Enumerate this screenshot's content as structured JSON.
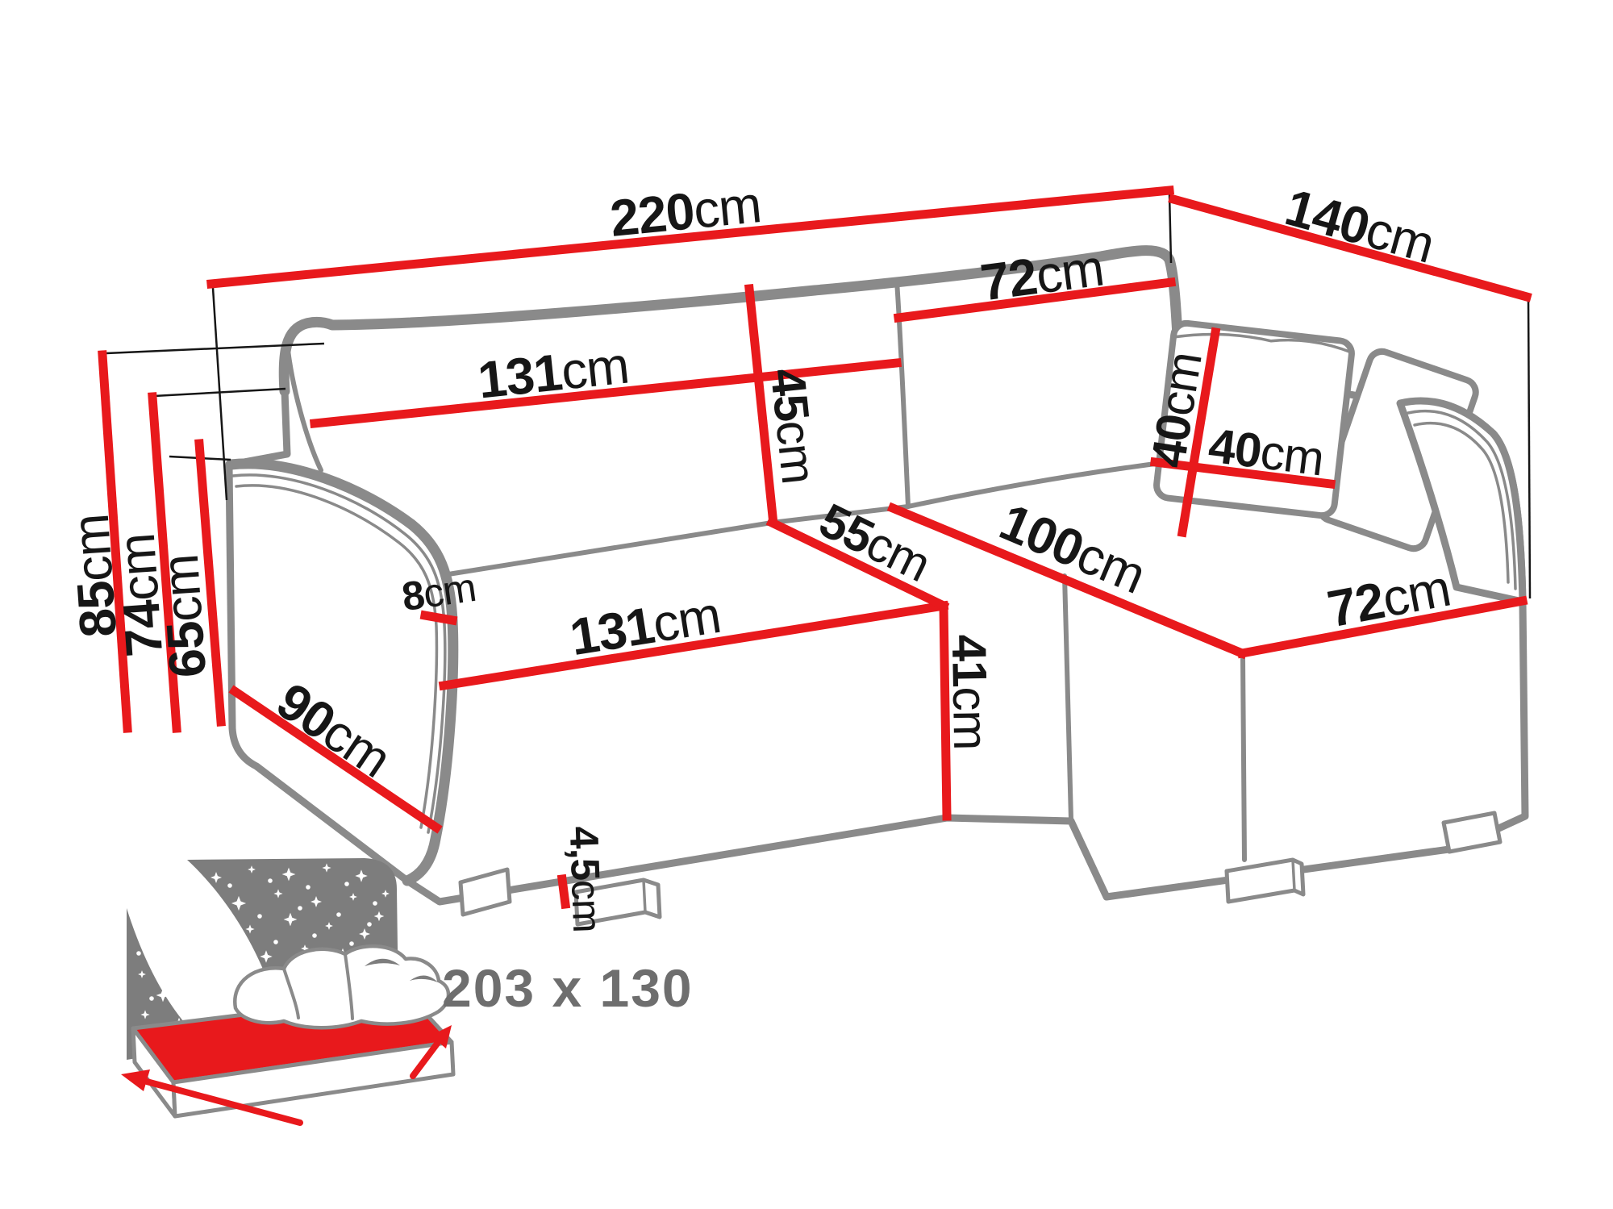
{
  "diagram_title": "corner-sofa-dimension-diagram",
  "unit": "cm",
  "colors": {
    "accent": "#e8191c",
    "outline": "#8a8a8a",
    "ink": "#161616",
    "bedgray": "#7d7d7d",
    "muted": "#6e6e6e"
  },
  "dimensions": {
    "total_width": {
      "value": "220",
      "unit": "cm"
    },
    "total_depth": {
      "value": "140",
      "unit": "cm"
    },
    "back_height": {
      "value": "85",
      "unit": "cm"
    },
    "fold_height": {
      "value": "74",
      "unit": "cm"
    },
    "armrest_height": {
      "value": "65",
      "unit": "cm"
    },
    "backrest_width": {
      "value": "131",
      "unit": "cm"
    },
    "back_cushion_height": {
      "value": "45",
      "unit": "cm"
    },
    "corner_back_width": {
      "value": "72",
      "unit": "cm"
    },
    "pillow_height": {
      "value": "40",
      "unit": "cm"
    },
    "pillow_width": {
      "value": "40",
      "unit": "cm"
    },
    "armrest_width": {
      "value": "8",
      "unit": "cm"
    },
    "seat_width": {
      "value": "131",
      "unit": "cm"
    },
    "seat_depth": {
      "value": "55",
      "unit": "cm"
    },
    "chaise_length": {
      "value": "100",
      "unit": "cm"
    },
    "seat_height": {
      "value": "41",
      "unit": "cm"
    },
    "chaise_width": {
      "value": "72",
      "unit": "cm"
    },
    "side_depth": {
      "value": "90",
      "unit": "cm"
    },
    "foot_height": {
      "value": "4,5",
      "unit": "cm"
    }
  },
  "sleep_function": {
    "bed_size": "203 x 130"
  }
}
